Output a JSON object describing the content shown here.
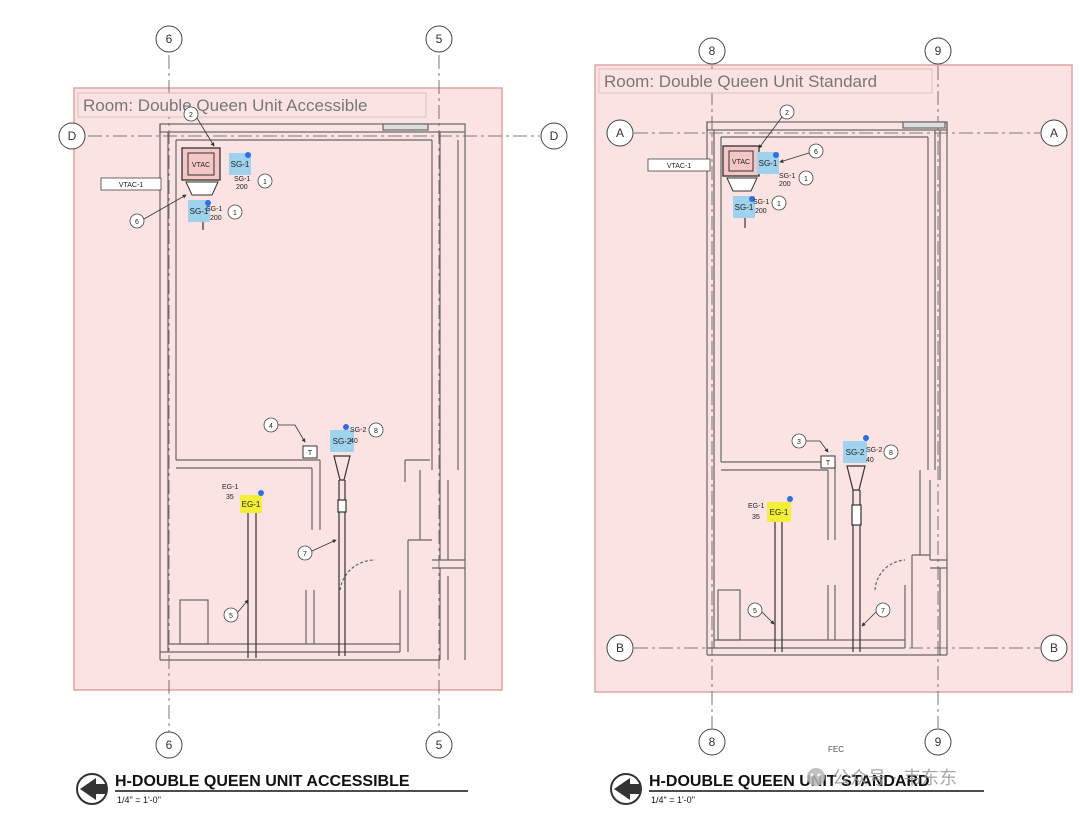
{
  "views": [
    {
      "room_label": "Room: Double Queen Unit Accessible",
      "grid_top_left": "6",
      "grid_top_right": "5",
      "grid_bottom_left": "6",
      "grid_bottom_right": "5",
      "grid_row": "D",
      "title": "H-DOUBLE QUEEN UNIT ACCESSIBLE",
      "scale": "1/4\" = 1'-0\"",
      "vtac_label": "VTAC-1",
      "vtac_unit": "VTAC",
      "sg1_label": "SG-1",
      "sg1_sub": "SG-1",
      "sg1_cfm": "200",
      "sg1b_label": "SG-1",
      "sg1b_sub": "SG-1",
      "sg1b_cfm": "200",
      "sg2_label": "SG-2",
      "sg2_sub": "SG-2",
      "sg2_cfm": "40",
      "eg1_label": "EG-1",
      "eg1_sub": "EG-1",
      "eg1_cfm": "35",
      "thermo": "T",
      "notes": [
        "2",
        "6",
        "1",
        "1",
        "4",
        "8",
        "5",
        "7"
      ]
    },
    {
      "room_label": "Room: Double Queen Unit Standard",
      "grid_top_left": "8",
      "grid_top_right": "9",
      "grid_bottom_left": "8",
      "grid_bottom_right": "9",
      "grid_row_top": "A",
      "grid_row_bottom": "B",
      "title": "H-DOUBLE QUEEN UNIT STANDARD",
      "scale": "1/4\" = 1'-0\"",
      "vtac_label": "VTAC-1",
      "vtac_unit": "VTAC",
      "sg1_label": "SG-1",
      "sg1_sub": "SG-1",
      "sg1_cfm": "200",
      "sg1b_label": "SG-1",
      "sg1b_sub": "SG-1",
      "sg1b_cfm": "200",
      "sg2_label": "SG-2",
      "sg2_sub": "SG-2",
      "sg2_cfm": "40",
      "eg1_label": "EG-1",
      "eg1_sub": "EG-1",
      "eg1_cfm": "35",
      "thermo": "T",
      "notes": [
        "2",
        "6",
        "1",
        "1",
        "3",
        "8",
        "5",
        "7"
      ]
    }
  ],
  "watermark": {
    "fec": "FEC",
    "channel": "公众号 · 韦东东"
  },
  "colors": {
    "room_fill": "#fbe3e3",
    "room_border": "#e2a3a3",
    "supply_tag": "#9fd2ec",
    "exhaust_tag": "#f2ef3a",
    "dot": "#2f6fe0"
  }
}
